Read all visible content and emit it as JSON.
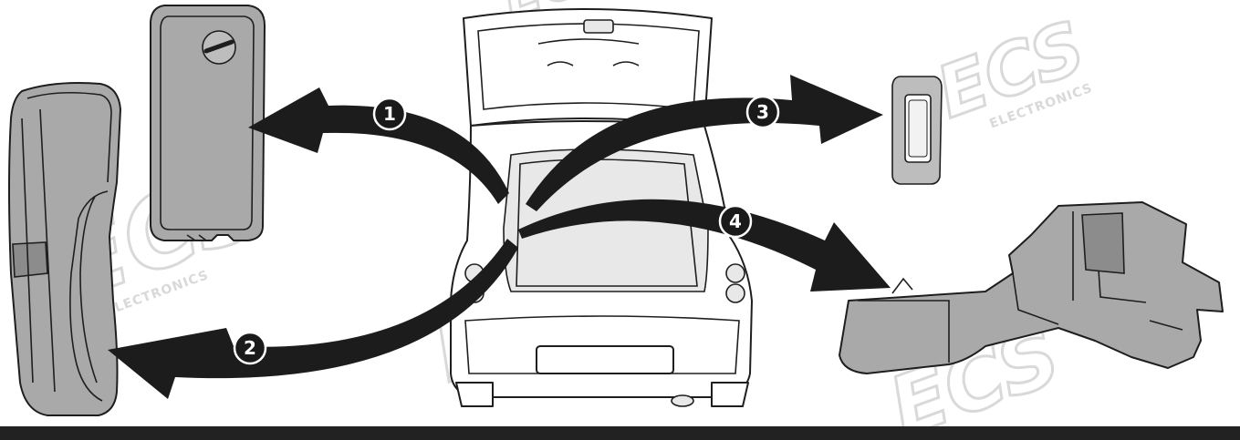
{
  "steps": [
    {
      "number": "1"
    },
    {
      "number": "2"
    },
    {
      "number": "3"
    },
    {
      "number": "4"
    }
  ],
  "watermark": {
    "logo_text": "ECS",
    "sub_text": "ELECTRONICS"
  },
  "colors": {
    "part_fill": "#a9a9a9",
    "arrow": "#1c1c1c",
    "watermark": "#d9d9d9",
    "footer_bar": "#222222"
  }
}
